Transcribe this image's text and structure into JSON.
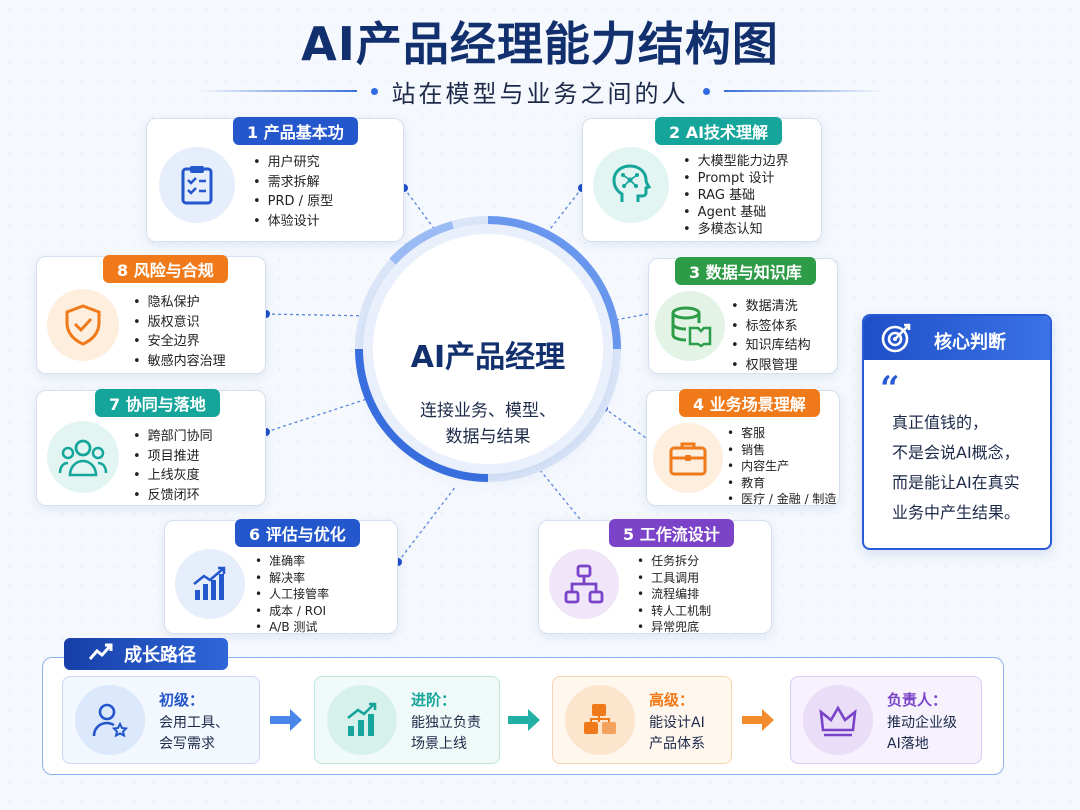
{
  "title": "AI产品经理能力结构图",
  "subtitle": "站在模型与业务之间的人",
  "center": {
    "title": "AI产品经理",
    "subtitle_line1": "连接业务、模型、",
    "subtitle_line2": "数据与结果"
  },
  "modules": [
    {
      "num": "1",
      "label": "1 产品基本功",
      "icon": "clipboard-checklist-icon",
      "color": "#2456cc",
      "items": [
        "用户研究",
        "需求拆解",
        "PRD / 原型",
        "体验设计"
      ]
    },
    {
      "num": "2",
      "label": "2 AI技术理解",
      "icon": "ai-head-circuit-icon",
      "color": "#16a59a",
      "items": [
        "大模型能力边界",
        "Prompt 设计",
        "RAG 基础",
        "Agent 基础",
        "多模态认知"
      ]
    },
    {
      "num": "3",
      "label": "3 数据与知识库",
      "icon": "database-book-icon",
      "color": "#2e9b47",
      "items": [
        "数据清洗",
        "标签体系",
        "知识库结构",
        "权限管理"
      ]
    },
    {
      "num": "4",
      "label": "4 业务场景理解",
      "icon": "briefcase-icon",
      "color": "#f07a1a",
      "items": [
        "客服",
        "销售",
        "内容生产",
        "教育",
        "医疗 / 金融 / 制造"
      ]
    },
    {
      "num": "5",
      "label": "5 工作流设计",
      "icon": "workflow-icon",
      "color": "#7a43c8",
      "items": [
        "任务拆分",
        "工具调用",
        "流程编排",
        "转人工机制",
        "异常兜底"
      ]
    },
    {
      "num": "6",
      "label": "6 评估与优化",
      "icon": "bar-chart-trend-icon",
      "color": "#2456cc",
      "items": [
        "准确率",
        "解决率",
        "人工接管率",
        "成本 / ROI",
        "A/B 测试"
      ]
    },
    {
      "num": "7",
      "label": "7 协同与落地",
      "icon": "team-icon",
      "color": "#16a59a",
      "items": [
        "跨部门协同",
        "项目推进",
        "上线灰度",
        "反馈闭环"
      ]
    },
    {
      "num": "8",
      "label": "8 风险与合规",
      "icon": "shield-check-icon",
      "color": "#f07a1a",
      "items": [
        "隐私保护",
        "版权意识",
        "安全边界",
        "敏感内容治理"
      ]
    }
  ],
  "judgement": {
    "title": "核心判断",
    "icon": "target-icon",
    "lines": [
      "真正值钱的，",
      "不是会说AI概念，",
      "而是能让AI在真实",
      "业务中产生结果。"
    ]
  },
  "growth": {
    "title": "成长路径",
    "icon": "trend-up-icon",
    "stages": [
      {
        "title": "初级：",
        "line1": "会用工具、",
        "line2": "会写需求",
        "icon": "user-star-icon",
        "color": "#2456cc"
      },
      {
        "title": "进阶：",
        "line1": "能独立负责",
        "line2": "场景上线",
        "icon": "bar-chart-up-icon",
        "color": "#16a59a"
      },
      {
        "title": "高级：",
        "line1": "能设计AI",
        "line2": "产品体系",
        "icon": "cubes-icon",
        "color": "#f07a1a"
      },
      {
        "title": "负责人：",
        "line1": "推动企业级",
        "line2": "AI落地",
        "icon": "crown-icon",
        "color": "#7a43c8"
      }
    ]
  }
}
